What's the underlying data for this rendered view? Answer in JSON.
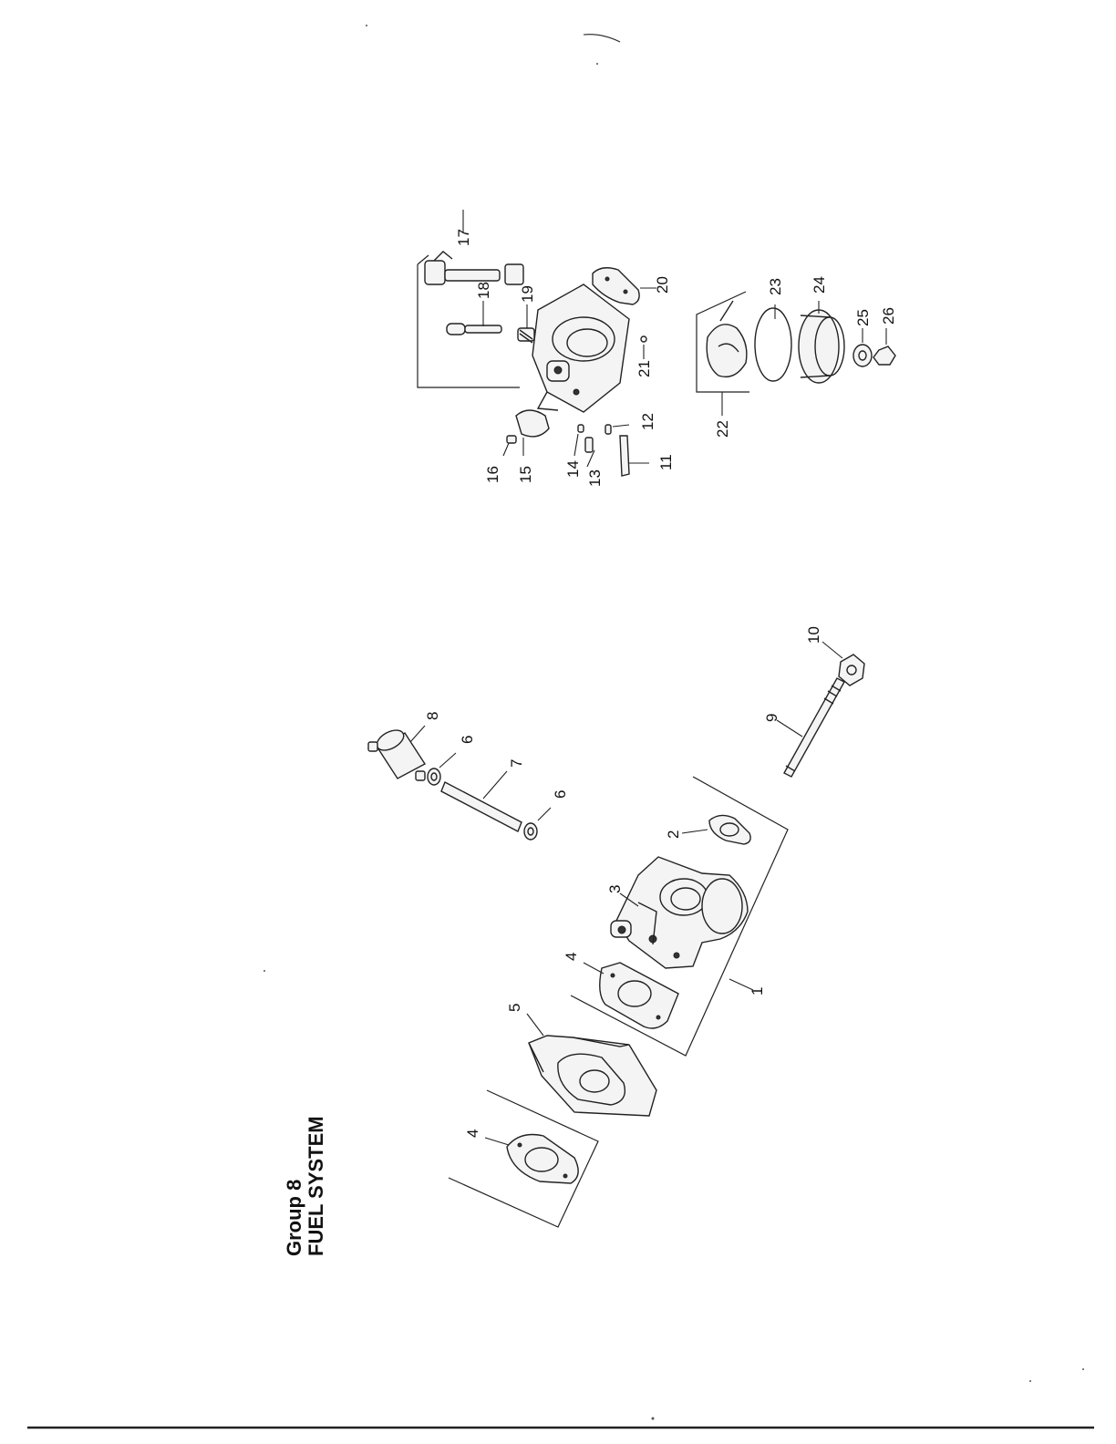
{
  "page": {
    "group": "Group 8",
    "title": "FUEL SYSTEM"
  },
  "callouts": {
    "c1": "1",
    "c2": "2",
    "c3": "3",
    "c4a": "4",
    "c4b": "4",
    "c5": "5",
    "c6a": "6",
    "c6b": "6",
    "c7": "7",
    "c8": "8",
    "c9": "9",
    "c10": "10",
    "c11": "11",
    "c12": "12",
    "c13": "13",
    "c14": "14",
    "c15": "15",
    "c16": "16",
    "c17": "17",
    "c18": "18",
    "c19": "19",
    "c20": "20",
    "c21": "21",
    "c22": "22",
    "c23": "23",
    "c24": "24",
    "c25": "25",
    "c26": "26"
  }
}
